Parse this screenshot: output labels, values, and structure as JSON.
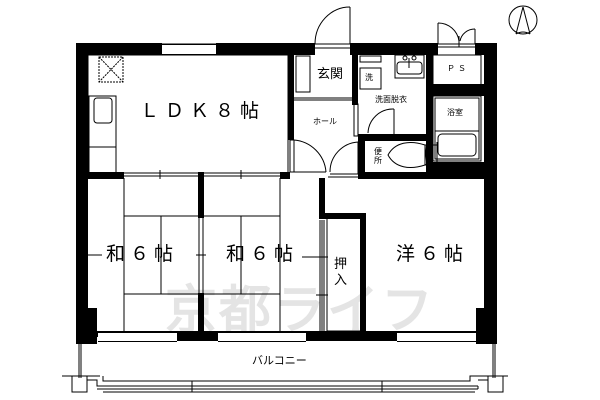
{
  "floor_plan": {
    "rooms": {
      "ldk": "ＬＤＫ８帖",
      "washitsu_1": "和６帖",
      "washitsu_2": "和６帖",
      "youshitsu": "洋６帖",
      "genkan": "玄関",
      "hall": "ホール",
      "senmen_datsui": "洗面脱衣",
      "washer": "洗",
      "bathroom": "浴室",
      "toilet_1": "便",
      "toilet_2": "所",
      "pipe_space": "ＰＳ",
      "closet_1": "押",
      "closet_2": "入",
      "balcony": "バルコニー"
    },
    "watermark": "京都ライフ",
    "compass": "north-arrow"
  }
}
